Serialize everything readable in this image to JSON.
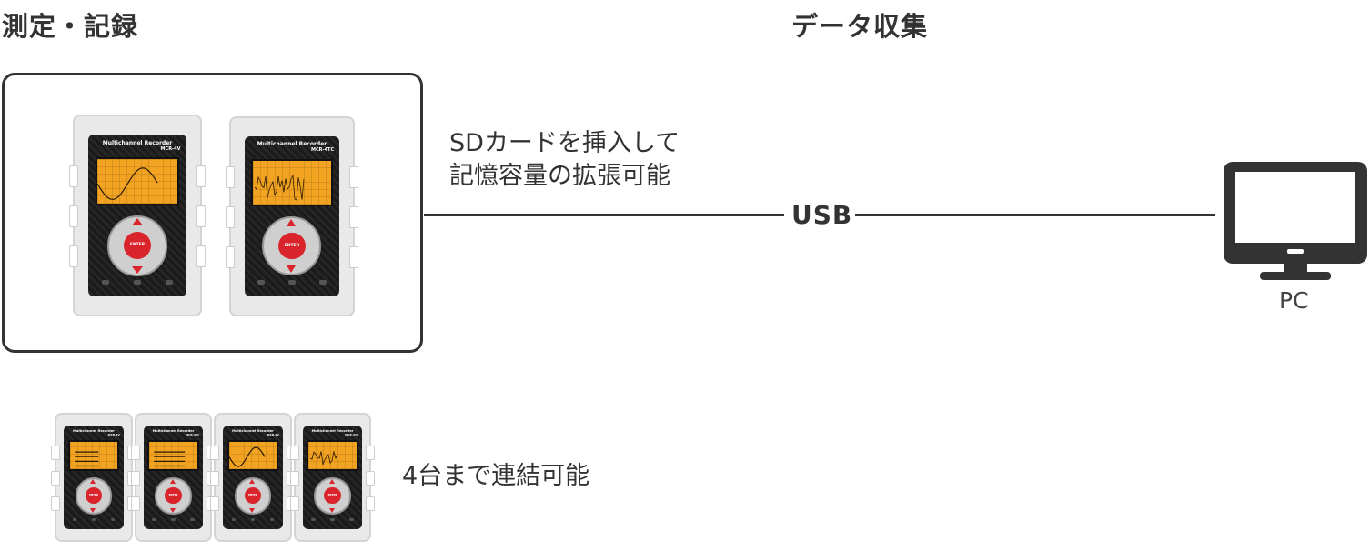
{
  "headings": {
    "left": "測定・記録",
    "right": "データ収集"
  },
  "sd_caption": {
    "line1": "SDカードを挿入して",
    "line2": "記憶容量の拡張可能"
  },
  "connection": {
    "label": "USB"
  },
  "pc": {
    "label": "PC"
  },
  "chain_caption": "4台まで連結可能",
  "devices": [
    {
      "title": "Multichannel Recorder",
      "model": "MCR-4V",
      "enter": "ENTER",
      "screen": "wave"
    },
    {
      "title": "Multichannel Recorder",
      "model": "MCR-4TC",
      "enter": "ENTER",
      "screen": "noise"
    }
  ],
  "chain_devices": [
    {
      "model": "MCR-4V",
      "screen": "list"
    },
    {
      "model": "MCR-4TC",
      "screen": "values"
    },
    {
      "model": "MCR-4V",
      "screen": "wave"
    },
    {
      "model": "MCR-4TC",
      "screen": "noise"
    }
  ],
  "colors": {
    "line": "#333333",
    "screen": "#f2a321",
    "enter": "#d8242a",
    "monitor": "#333333"
  }
}
